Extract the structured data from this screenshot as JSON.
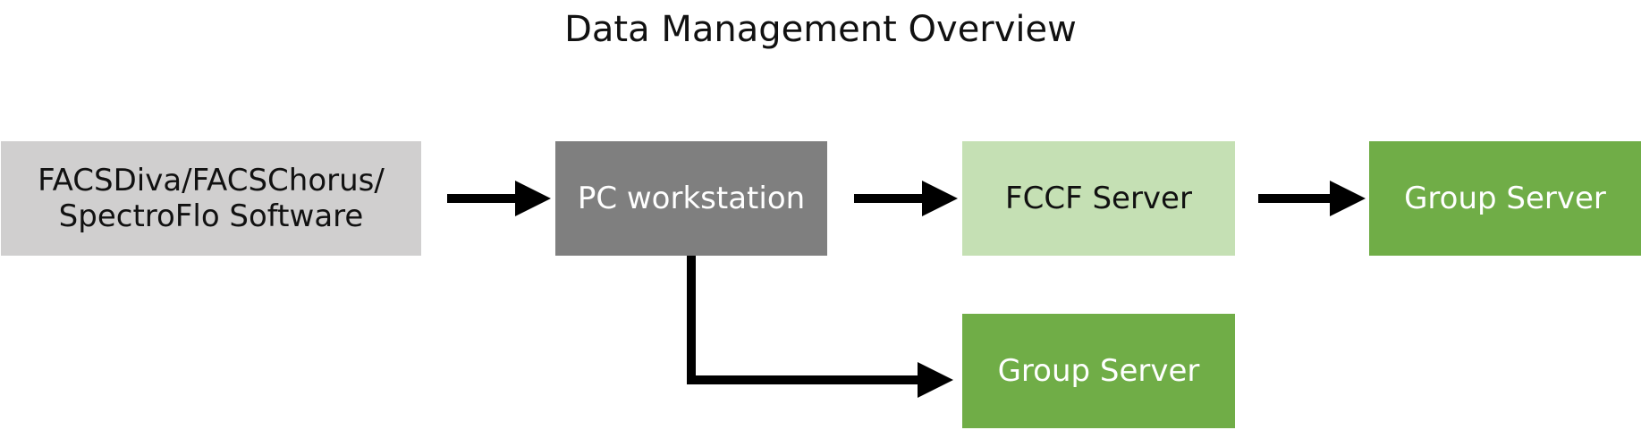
{
  "diagram": {
    "title": "Data Management Overview",
    "nodes": {
      "software": {
        "line1": "FACSDiva/FACSChorus/",
        "line2": "SpectroFlo Software"
      },
      "pc": {
        "label": "PC workstation"
      },
      "fccf": {
        "label": "FCCF Server"
      },
      "group_server_top": {
        "label": "Group Server"
      },
      "group_server_bottom": {
        "label": "Group Server"
      }
    },
    "edges": [
      {
        "from": "software",
        "to": "pc"
      },
      {
        "from": "pc",
        "to": "fccf"
      },
      {
        "from": "fccf",
        "to": "group_server_top"
      },
      {
        "from": "pc",
        "to": "group_server_bottom"
      }
    ],
    "colors": {
      "software_fill": "#d0cfcf",
      "pc_fill": "#7f7f7f",
      "fccf_fill": "#c5e0b4",
      "group_server_fill": "#70ad47",
      "arrow": "#000000"
    }
  }
}
